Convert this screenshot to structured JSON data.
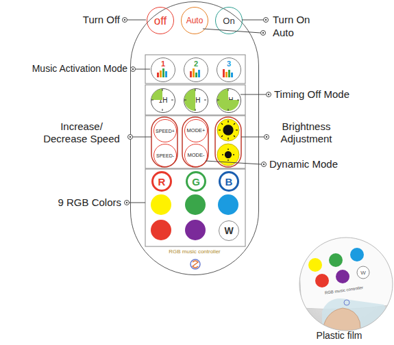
{
  "diagram": {
    "nodes": [
      {
        "text": [
          "RGB music controller"
        ]
      },
      {
        "text": [
          "off"
        ],
        "in": 0
      },
      {
        "text": [
          "Auto"
        ],
        "in": 0
      },
      {
        "text": [
          "On"
        ],
        "in": 0
      },
      {
        "text": [
          "1"
        ],
        "in": 0
      },
      {
        "text": [
          "2"
        ],
        "in": 0
      },
      {
        "text": [
          "3"
        ],
        "in": 0
      },
      {
        "text": [
          "1H"
        ],
        "in": 0
      },
      {
        "text": [
          "2H"
        ],
        "in": 0
      },
      {
        "text": [
          "3H"
        ],
        "in": 0
      },
      {
        "text": [
          "SPEED+"
        ],
        "in": 0
      },
      {
        "text": [
          "SPEED-"
        ],
        "in": 0
      },
      {
        "text": [
          "MODE+"
        ],
        "in": 0
      },
      {
        "text": [
          "MODE-"
        ],
        "in": 0
      },
      {
        "text": [
          "R"
        ],
        "in": 0
      },
      {
        "text": [
          "G"
        ],
        "in": 0
      },
      {
        "text": [
          "B"
        ],
        "in": 0
      },
      {
        "text": [
          "W"
        ],
        "in": 0
      }
    ],
    "labels": [
      "Turn Off",
      "Turn On",
      "Auto",
      "Music Activation Mode",
      "Timing Off Mode",
      "Increase/ Decrease Speed",
      "Brightness Adjustment",
      "Dynamic Mode",
      "9 RGB Colors",
      "W",
      "RGB music controller",
      "Plastic film"
    ]
  }
}
